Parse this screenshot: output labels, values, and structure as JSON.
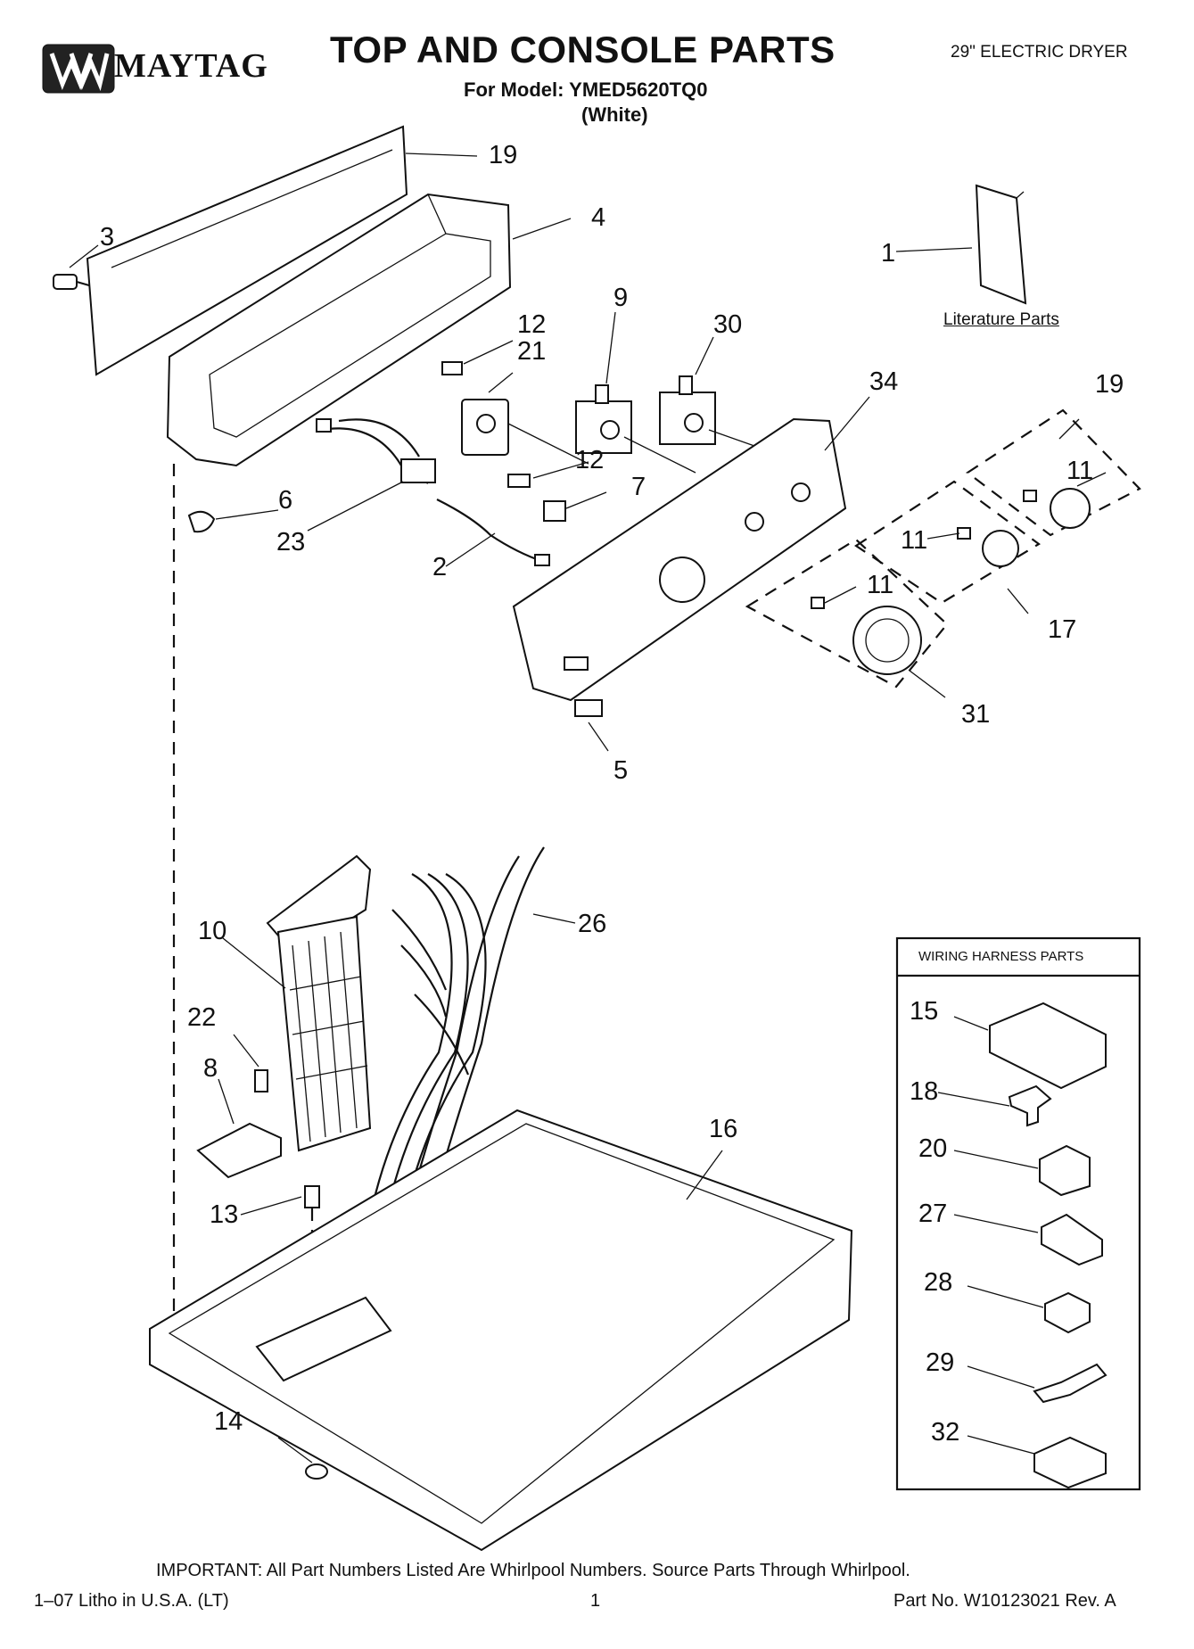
{
  "brand": "MAYTAG",
  "header": {
    "title": "TOP AND CONSOLE PARTS",
    "model_line": "For Model: YMED5620TQ0",
    "variant": "(White)",
    "product": "29\" ELECTRIC DRYER"
  },
  "literature_label": "Literature Parts",
  "wiring_harness_title": "WIRING HARNESS PARTS",
  "callouts": {
    "c1": "1",
    "c2": "2",
    "c3": "3",
    "c4": "4",
    "c5": "5",
    "c6": "6",
    "c7": "7",
    "c8": "8",
    "c9": "9",
    "c10": "10",
    "c11a": "11",
    "c11b": "11",
    "c11c": "11",
    "c12a": "12",
    "c12b": "12",
    "c13": "13",
    "c14": "14",
    "c16": "16",
    "c17": "17",
    "c19a": "19",
    "c19b": "19",
    "c21": "21",
    "c22": "22",
    "c23": "23",
    "c26": "26",
    "c30": "30",
    "c31": "31",
    "c34": "34",
    "c15": "15",
    "c18": "18",
    "c20": "20",
    "c27": "27",
    "c28": "28",
    "c29": "29",
    "c32": "32"
  },
  "footer": {
    "important": "IMPORTANT: All Part Numbers Listed Are Whirlpool Numbers. Source Parts Through Whirlpool.",
    "litho": "1–07 Litho in U.S.A. (LT)",
    "page": "1",
    "part_no": "Part No. W10123021 Rev. A"
  }
}
